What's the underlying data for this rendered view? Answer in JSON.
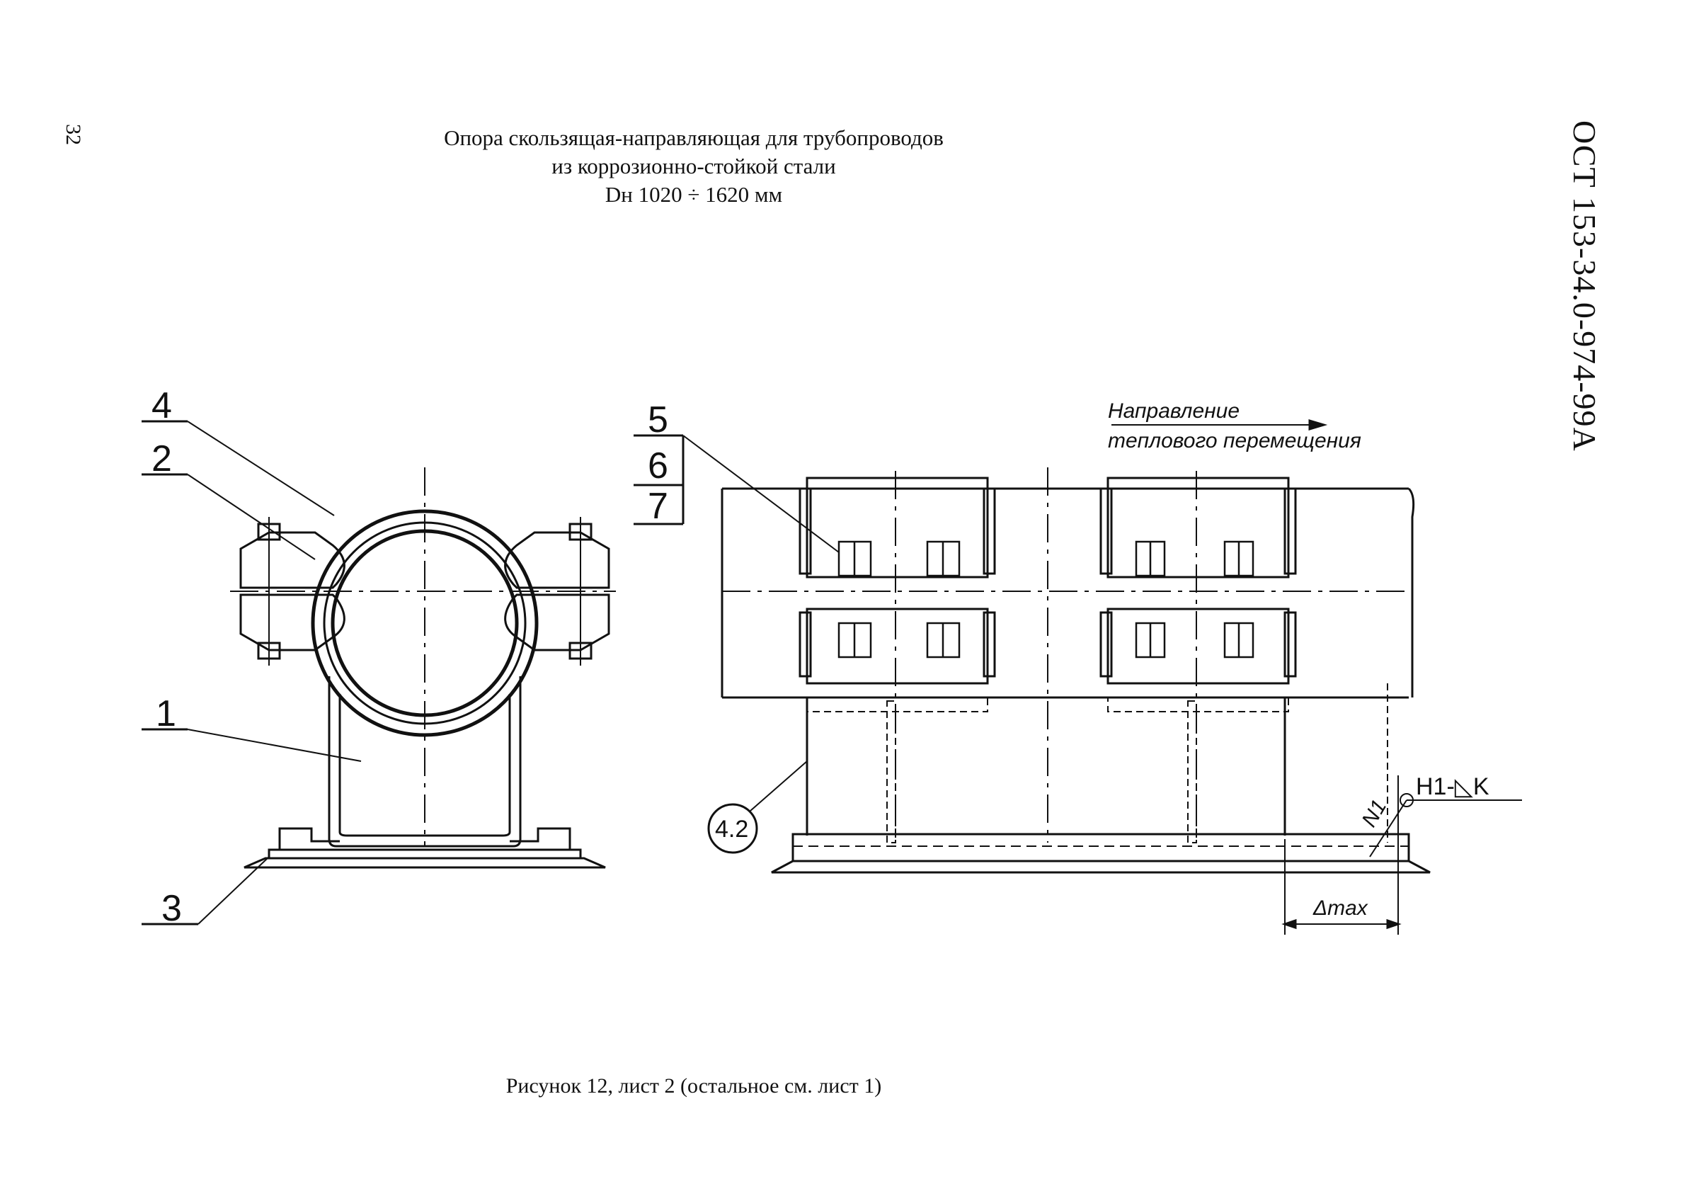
{
  "header": {
    "page_number": "32",
    "doc_code": "ОСТ 153-34.0-974-99А",
    "title_line1": "Опора скользящая-направляющая для трубопроводов",
    "title_line2": "из коррозионно-стойкой стали",
    "title_line3": "Dн 1020 ÷ 1620 мм"
  },
  "drawing": {
    "callouts": [
      "4",
      "2",
      "1",
      "3",
      "5",
      "6",
      "7",
      "4.2"
    ],
    "direction_line1": "Направление",
    "direction_line2": "теплового перемещения",
    "weld_label": "Н1-◺K",
    "weld_num": "N1",
    "dim_label": "Δmax"
  },
  "caption": "Рисунок 12, лист 2 (остальное см. лист 1)"
}
